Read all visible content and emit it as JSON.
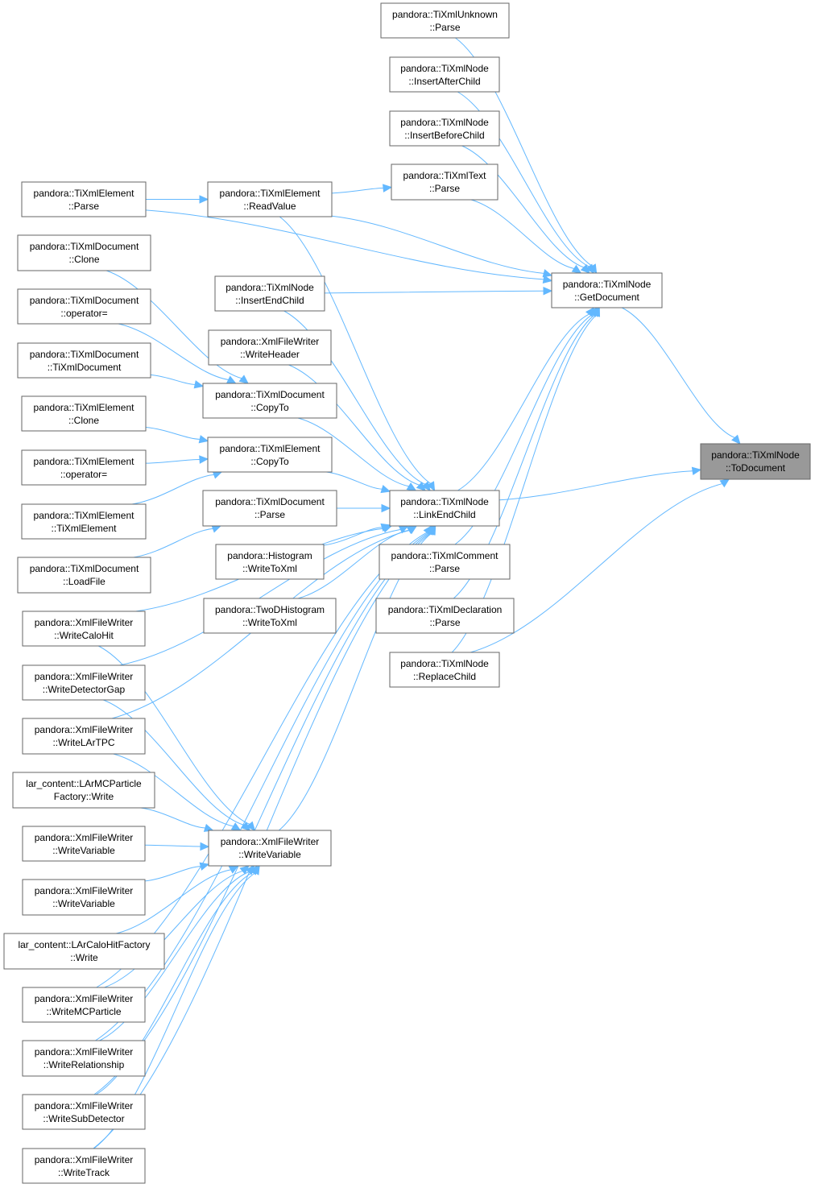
{
  "colors": {
    "edge": "#63b8ff",
    "node_border": "#666666",
    "node_fill": "#ffffff",
    "highlight_fill": "#999999"
  },
  "nodes": [
    {
      "id": "todocument",
      "lines": [
        "pandora::TiXmlNode",
        "::ToDocument"
      ],
      "highlight": true
    },
    {
      "id": "getdocument",
      "lines": [
        "pandora::TiXmlNode",
        "::GetDocument"
      ]
    },
    {
      "id": "unknown_parse",
      "lines": [
        "pandora::TiXmlUnknown",
        "::Parse"
      ]
    },
    {
      "id": "insertafter",
      "lines": [
        "pandora::TiXmlNode",
        "::InsertAfterChild"
      ]
    },
    {
      "id": "insertbefore",
      "lines": [
        "pandora::TiXmlNode",
        "::InsertBeforeChild"
      ]
    },
    {
      "id": "text_parse",
      "lines": [
        "pandora::TiXmlText",
        "::Parse"
      ]
    },
    {
      "id": "linkend",
      "lines": [
        "pandora::TiXmlNode",
        "::LinkEndChild"
      ]
    },
    {
      "id": "comment_parse",
      "lines": [
        "pandora::TiXmlComment",
        "::Parse"
      ]
    },
    {
      "id": "decl_parse",
      "lines": [
        "pandora::TiXmlDeclaration",
        "::Parse"
      ]
    },
    {
      "id": "replacechild",
      "lines": [
        "pandora::TiXmlNode",
        "::ReplaceChild"
      ]
    },
    {
      "id": "readvalue",
      "lines": [
        "pandora::TiXmlElement",
        "::ReadValue"
      ]
    },
    {
      "id": "insertend",
      "lines": [
        "pandora::TiXmlNode",
        "::InsertEndChild"
      ]
    },
    {
      "id": "writeheader",
      "lines": [
        "pandora::XmlFileWriter",
        "::WriteHeader"
      ]
    },
    {
      "id": "doc_copyto",
      "lines": [
        "pandora::TiXmlDocument",
        "::CopyTo"
      ]
    },
    {
      "id": "el_copyto",
      "lines": [
        "pandora::TiXmlElement",
        "::CopyTo"
      ]
    },
    {
      "id": "doc_parse",
      "lines": [
        "pandora::TiXmlDocument",
        "::Parse"
      ]
    },
    {
      "id": "hist_write",
      "lines": [
        "pandora::Histogram",
        "::WriteToXml"
      ]
    },
    {
      "id": "twod_write",
      "lines": [
        "pandora::TwoDHistogram",
        "::WriteToXml"
      ]
    },
    {
      "id": "writevar_mid",
      "lines": [
        "pandora::XmlFileWriter",
        "::WriteVariable"
      ]
    },
    {
      "id": "el_parse",
      "lines": [
        "pandora::TiXmlElement",
        "::Parse"
      ]
    },
    {
      "id": "doc_clone",
      "lines": [
        "pandora::TiXmlDocument",
        "::Clone"
      ]
    },
    {
      "id": "doc_opeq",
      "lines": [
        "pandora::TiXmlDocument",
        "::operator="
      ]
    },
    {
      "id": "doc_ctor",
      "lines": [
        "pandora::TiXmlDocument",
        "::TiXmlDocument"
      ]
    },
    {
      "id": "el_clone",
      "lines": [
        "pandora::TiXmlElement",
        "::Clone"
      ]
    },
    {
      "id": "el_opeq",
      "lines": [
        "pandora::TiXmlElement",
        "::operator="
      ]
    },
    {
      "id": "el_ctor",
      "lines": [
        "pandora::TiXmlElement",
        "::TiXmlElement"
      ]
    },
    {
      "id": "doc_loadfile",
      "lines": [
        "pandora::TiXmlDocument",
        "::LoadFile"
      ]
    },
    {
      "id": "w_calohit",
      "lines": [
        "pandora::XmlFileWriter",
        "::WriteCaloHit"
      ]
    },
    {
      "id": "w_detgap",
      "lines": [
        "pandora::XmlFileWriter",
        "::WriteDetectorGap"
      ]
    },
    {
      "id": "w_lartpc",
      "lines": [
        "pandora::XmlFileWriter",
        "::WriteLArTPC"
      ]
    },
    {
      "id": "lar_mcp",
      "lines": [
        "lar_content::LArMCParticle",
        "Factory::Write"
      ]
    },
    {
      "id": "w_var1",
      "lines": [
        "pandora::XmlFileWriter",
        "::WriteVariable"
      ]
    },
    {
      "id": "w_var2",
      "lines": [
        "pandora::XmlFileWriter",
        "::WriteVariable"
      ]
    },
    {
      "id": "lar_calo",
      "lines": [
        "lar_content::LArCaloHitFactory",
        "::Write"
      ]
    },
    {
      "id": "w_mcp",
      "lines": [
        "pandora::XmlFileWriter",
        "::WriteMCParticle"
      ]
    },
    {
      "id": "w_rel",
      "lines": [
        "pandora::XmlFileWriter",
        "::WriteRelationship"
      ]
    },
    {
      "id": "w_subdet",
      "lines": [
        "pandora::XmlFileWriter",
        "::WriteSubDetector"
      ]
    },
    {
      "id": "w_track",
      "lines": [
        "pandora::XmlFileWriter",
        "::WriteTrack"
      ]
    }
  ],
  "edges": [
    [
      "getdocument",
      "todocument"
    ],
    [
      "linkend",
      "todocument"
    ],
    [
      "replacechild",
      "todocument"
    ],
    [
      "unknown_parse",
      "getdocument"
    ],
    [
      "insertafter",
      "getdocument"
    ],
    [
      "insertbefore",
      "getdocument"
    ],
    [
      "text_parse",
      "getdocument"
    ],
    [
      "readvalue",
      "getdocument"
    ],
    [
      "el_parse",
      "getdocument"
    ],
    [
      "insertend",
      "getdocument"
    ],
    [
      "linkend",
      "getdocument"
    ],
    [
      "comment_parse",
      "getdocument"
    ],
    [
      "decl_parse",
      "getdocument"
    ],
    [
      "replacechild",
      "getdocument"
    ],
    [
      "el_parse",
      "readvalue"
    ],
    [
      "readvalue",
      "text_parse"
    ],
    [
      "readvalue",
      "linkend"
    ],
    [
      "insertend",
      "linkend"
    ],
    [
      "writeheader",
      "linkend"
    ],
    [
      "doc_copyto",
      "linkend"
    ],
    [
      "el_copyto",
      "linkend"
    ],
    [
      "doc_parse",
      "linkend"
    ],
    [
      "hist_write",
      "linkend"
    ],
    [
      "twod_write",
      "linkend"
    ],
    [
      "w_calohit",
      "linkend"
    ],
    [
      "w_detgap",
      "linkend"
    ],
    [
      "w_lartpc",
      "linkend"
    ],
    [
      "writevar_mid",
      "linkend"
    ],
    [
      "w_mcp",
      "linkend"
    ],
    [
      "w_rel",
      "linkend"
    ],
    [
      "w_subdet",
      "linkend"
    ],
    [
      "w_track",
      "linkend"
    ],
    [
      "doc_clone",
      "doc_copyto"
    ],
    [
      "doc_opeq",
      "doc_copyto"
    ],
    [
      "doc_ctor",
      "doc_copyto"
    ],
    [
      "el_clone",
      "el_copyto"
    ],
    [
      "el_opeq",
      "el_copyto"
    ],
    [
      "el_ctor",
      "el_copyto"
    ],
    [
      "doc_loadfile",
      "doc_parse"
    ],
    [
      "w_calohit",
      "writevar_mid"
    ],
    [
      "w_detgap",
      "writevar_mid"
    ],
    [
      "w_lartpc",
      "writevar_mid"
    ],
    [
      "lar_mcp",
      "writevar_mid"
    ],
    [
      "w_var1",
      "writevar_mid"
    ],
    [
      "w_var2",
      "writevar_mid"
    ],
    [
      "lar_calo",
      "writevar_mid"
    ],
    [
      "w_mcp",
      "writevar_mid"
    ],
    [
      "w_rel",
      "writevar_mid"
    ],
    [
      "w_subdet",
      "writevar_mid"
    ],
    [
      "w_track",
      "writevar_mid"
    ]
  ]
}
